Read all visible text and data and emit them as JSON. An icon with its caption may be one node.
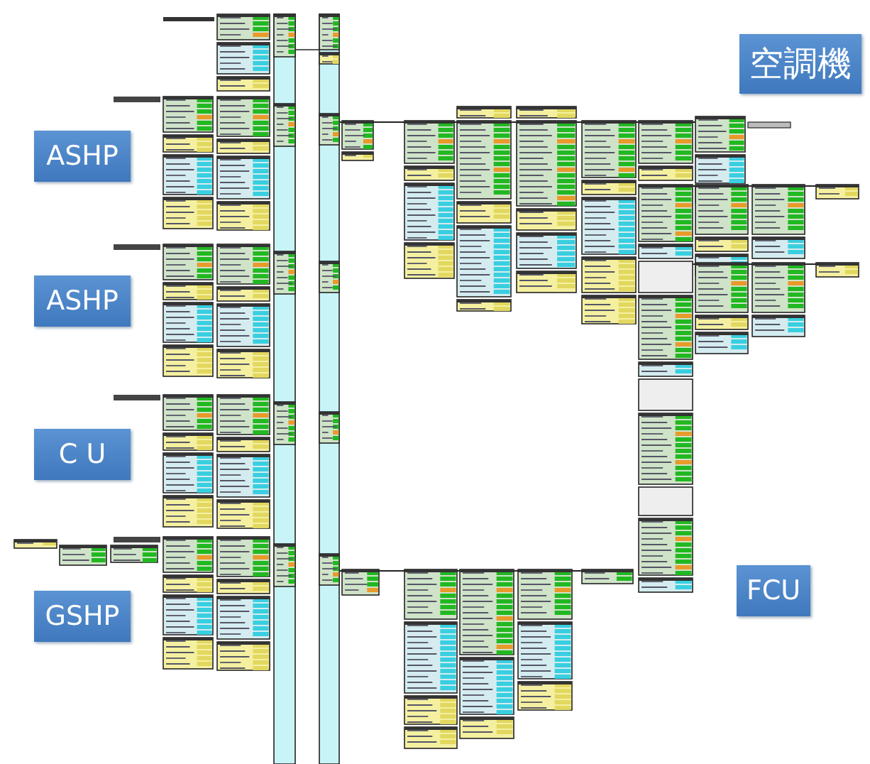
{
  "diagram": {
    "nodes": [
      {
        "text": [
          "空調機"
        ]
      },
      {
        "text": [
          "ASHP"
        ]
      },
      {
        "text": [
          "ASHP"
        ]
      },
      {
        "text": [
          "C U"
        ]
      },
      {
        "text": [
          "GSHP"
        ]
      },
      {
        "text": [
          "FCU"
        ]
      }
    ]
  }
}
